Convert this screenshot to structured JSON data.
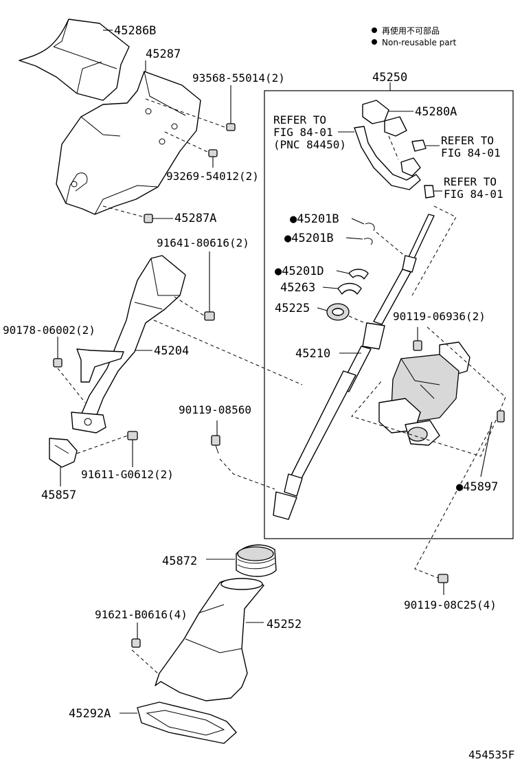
{
  "legend": [
    {
      "symbol": "●",
      "text": "再使用不可部品"
    },
    {
      "symbol": "●",
      "text": "Non-reusable part"
    }
  ],
  "figure_id": "454535F",
  "labels": {
    "p45286B": "45286B",
    "p45287": "45287",
    "p93568": "93568-55014(2)",
    "p93269": "93269-54012(2)",
    "p45287A": "45287A",
    "p91641": "91641-80616(2)",
    "p90178": "90178-06002(2)",
    "p45204": "45204",
    "p91611": "91611-G0612(2)",
    "p45857": "45857",
    "p90119_08560": "90119-08560",
    "p45250": "45250",
    "p45280A": "45280A",
    "ref1_a": "REFER TO",
    "ref1_b": "FIG 84-01",
    "ref1_c": "(PNC 84450)",
    "ref2_a": "REFER TO",
    "ref2_b": "FIG 84-01",
    "ref3_a": "REFER TO",
    "ref3_b": "FIG 84-01",
    "p45201B_1": "●45201B",
    "p45201B_2": "●45201B",
    "p45201D": "●45201D",
    "p45263": "45263",
    "p45225": "45225",
    "p90119_06936": "90119-06936(2)",
    "p45210": "45210",
    "p45897": "●45897",
    "p45872": "45872",
    "p90119_08C25": "90119-08C25(4)",
    "p91621": "91621-B0616(4)",
    "p45252": "45252",
    "p45292A": "45292A"
  }
}
